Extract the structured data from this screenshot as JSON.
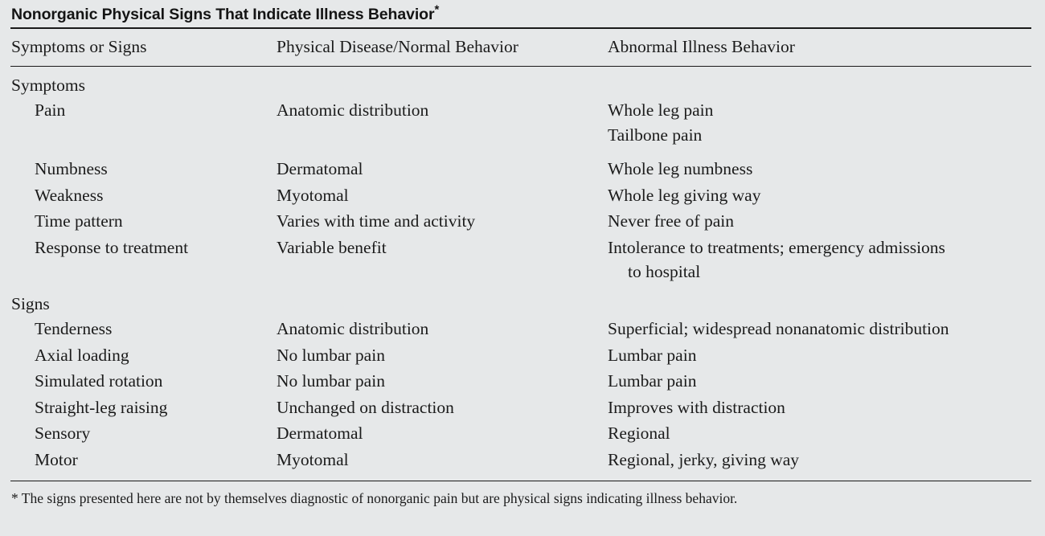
{
  "title": {
    "text": "Nonorganic Physical Signs That Indicate Illness Behavior",
    "footnote_marker": "*"
  },
  "columns": [
    "Symptoms or Signs",
    "Physical Disease/Normal Behavior",
    "Abnormal Illness Behavior"
  ],
  "groups": [
    {
      "label": "Symptoms",
      "rows": [
        {
          "sign": "Pain",
          "physical": "Anatomic distribution",
          "abnormal": "Whole leg pain",
          "abnormal_line2": "Tailbone pain",
          "gap_after": true
        },
        {
          "sign": "Numbness",
          "physical": "Dermatomal",
          "abnormal": "Whole leg numbness"
        },
        {
          "sign": "Weakness",
          "physical": "Myotomal",
          "abnormal": "Whole leg giving way"
        },
        {
          "sign": "Time pattern",
          "physical": "Varies with time and activity",
          "abnormal": "Never free of pain"
        },
        {
          "sign": "Response to treatment",
          "physical": "Variable benefit",
          "abnormal": "Intolerance to treatments; emergency admissions",
          "abnormal_line2": "to hospital",
          "abnormal_line2_indent": true
        }
      ]
    },
    {
      "label": "Signs",
      "rows": [
        {
          "sign": "Tenderness",
          "physical": "Anatomic distribution",
          "abnormal": "Superficial; widespread nonanatomic distribution"
        },
        {
          "sign": "Axial loading",
          "physical": "No lumbar pain",
          "abnormal": "Lumbar pain"
        },
        {
          "sign": "Simulated rotation",
          "physical": "No lumbar pain",
          "abnormal": "Lumbar pain"
        },
        {
          "sign": "Straight-leg raising",
          "physical": "Unchanged on distraction",
          "abnormal": "Improves with distraction"
        },
        {
          "sign": "Sensory",
          "physical": "Dermatomal",
          "abnormal": "Regional"
        },
        {
          "sign": "Motor",
          "physical": "Myotomal",
          "abnormal": "Regional, jerky, giving way"
        }
      ]
    }
  ],
  "footnote": "* The signs presented here are not by themselves diagnostic of nonorganic pain but are physical signs indicating illness behavior.",
  "colors": {
    "background": "#e6e8e9",
    "text": "#1b1b1b",
    "rule": "#1a1a1a"
  }
}
